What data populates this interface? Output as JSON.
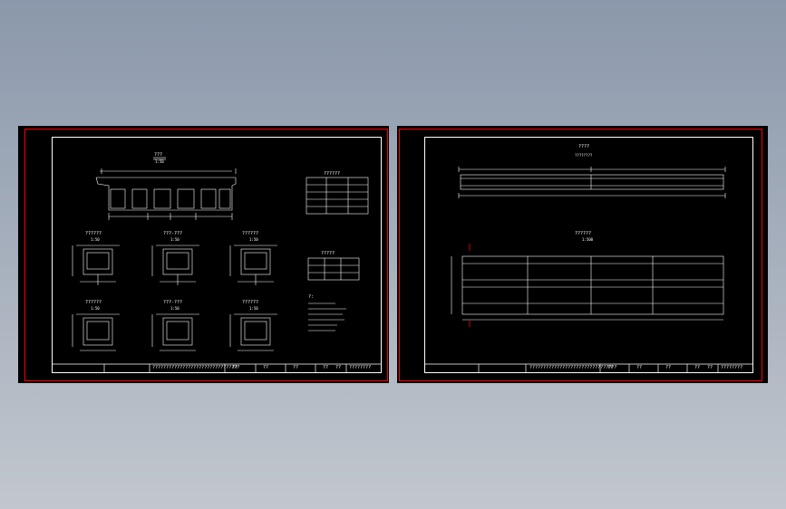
{
  "colors": {
    "background_top": "#8b98ab",
    "background_bottom": "#c2c7ce",
    "sheet_bg": "#000000",
    "page_border": "#ff0000",
    "line": "#ffffff"
  },
  "sheet_left": {
    "view_title": "???",
    "view_scale": "1:50",
    "table1_title": "??????",
    "table2_title": "?????",
    "sections": [
      {
        "title": "??????",
        "scale": "1:50"
      },
      {
        "title": "???-???",
        "scale": "1:50"
      },
      {
        "title": "??????",
        "scale": "1:50"
      },
      {
        "title": "??????",
        "scale": "1:50"
      },
      {
        "title": "???-???",
        "scale": "1:50"
      },
      {
        "title": "??????",
        "scale": "1:50"
      }
    ],
    "notes_title": "?:",
    "title_block": {
      "description": "????????????????????????????????",
      "cells": [
        "??",
        "??",
        "??",
        "??",
        "??"
      ],
      "sheet_no": "????????"
    }
  },
  "sheet_right": {
    "view1_title": "????",
    "view1_scale": "????????",
    "view2_title": "??????",
    "view2_scale": "1:500",
    "title_block": {
      "description": "????????????????????????????????",
      "cells": [
        "??",
        "??",
        "??",
        "??",
        "??"
      ],
      "sheet_no": "????????"
    }
  }
}
